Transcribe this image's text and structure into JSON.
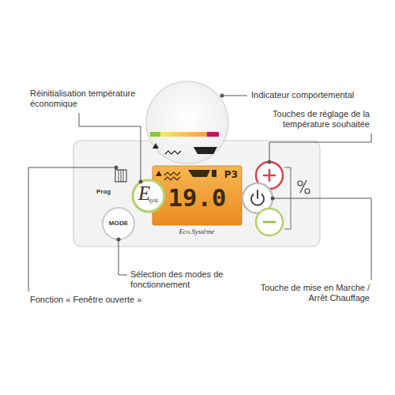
{
  "diagram": {
    "nodes": [
      {
        "text": [
          "Eco.Système"
        ]
      },
      {
        "text": [
          "E",
          "syst."
        ],
        "in": 0
      },
      {
        "text": [
          "19.0",
          "P3"
        ],
        "in": 0
      },
      {
        "text": [
          "MODE"
        ],
        "in": 0
      }
    ],
    "labels": [
      "Réinitialisation température économique",
      "Indicateur comportemental",
      "Touches de réglage de la température souhaitée",
      "Prog",
      "Sélection des modes de fonctionnement",
      "Fonction « Fenêtre ouverte »",
      "Touche de mise en Marche / Arrêt Chauffage"
    ]
  }
}
